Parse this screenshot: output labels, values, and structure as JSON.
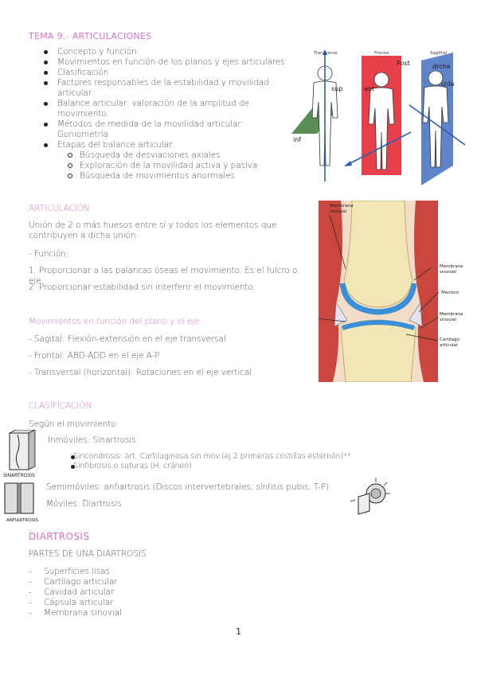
{
  "header": {
    "title": "TEMA 9.- ARTICULACIONES"
  },
  "index": {
    "items": [
      "Concepto y función",
      "Movimientos en función de los planos y ejes articulares",
      "Clasificación",
      "Factores responsables de la estabilidad y movilidad",
      "articular",
      "Balance articular: valoración de la amplitud de",
      "movimiento.",
      "Métodos de medida de la movilidad articular:",
      "Goniometría",
      "Etapas del balance articular:"
    ],
    "subitems": [
      "Búsqueda de desviaciones axiales",
      "Exploración de la movilidad activa y pasiva",
      "Búsqueda de movimientos anormales"
    ]
  },
  "planes_figure": {
    "transverse": "Transverse",
    "frontal": "Frontal",
    "sagittal": "Sagittal",
    "post": "Post",
    "drcha": "drcha",
    "izda": "izda",
    "sup": "sup",
    "ant": "ant",
    "inf": "inf",
    "colors": {
      "transverse": "#3c7a3c",
      "frontal": "#e8404a",
      "sagittal": "#5f84c9",
      "arrow": "#2a5fb0"
    }
  },
  "articulacion": {
    "heading": "ARTICULACIÓN",
    "def1": "Unión de 2 o más huesos entre sí y todos los elementos que",
    "def2": "contribuyen a dicha unión",
    "funcion": "- Función:",
    "f1": "1. Proporcionar a las palancas óseas el movimiento. Es el fulcro o eje.",
    "f2": "2. Proporcionar estabilidad sin interferir el movimiento."
  },
  "knee_figure": {
    "l1a": "Membrana",
    "l1b": "sinovial",
    "l2a": "Membrana",
    "l2b": "sinovial",
    "l3": "Menisco",
    "l4a": "Membrana",
    "l4b": "sinovial",
    "l5a": "Cartílago",
    "l5b": "articular"
  },
  "movimientos": {
    "heading": "Movimientos en función del plano y el eje",
    "m1": "- Sagital: Flexión-extensión en el eje transversal",
    "m2": "- Frontal: ABD-ADD en el eje A-P",
    "m3": "- Transversal (horizontal): Rotaciones en el eje vertical"
  },
  "clasificacion": {
    "heading": "CLASIFICACIÓN",
    "intro": "Según el movimiento:",
    "inmoviles": "Inmóviles: Sinartrosis",
    "s1": "Sincondrosis: art. Cartilaginosa sin mov.(ej 2 primeras costillas esternón)**",
    "s2": "Sinfibrosis o suturas (H. cráneo)",
    "semi": "Semimóviles: anfiartrosis (Discos intervertebrales, sínfisis pubis, T-P)",
    "moviles": "Móviles: Diartrosis",
    "fig_sinartrosis": "SINARTROSIS",
    "fig_anfiartrosis": "ANFIARTROSIS"
  },
  "diartrosis": {
    "heading": "DIARTROSIS",
    "partes": "PARTES DE UNA DIARTROSIS",
    "items": [
      "Superficies lisas",
      "Cartílago articular",
      "Cavidad articular",
      "Cápsula articular",
      "Membrana sinovial"
    ]
  },
  "footer": {
    "page": "1"
  }
}
